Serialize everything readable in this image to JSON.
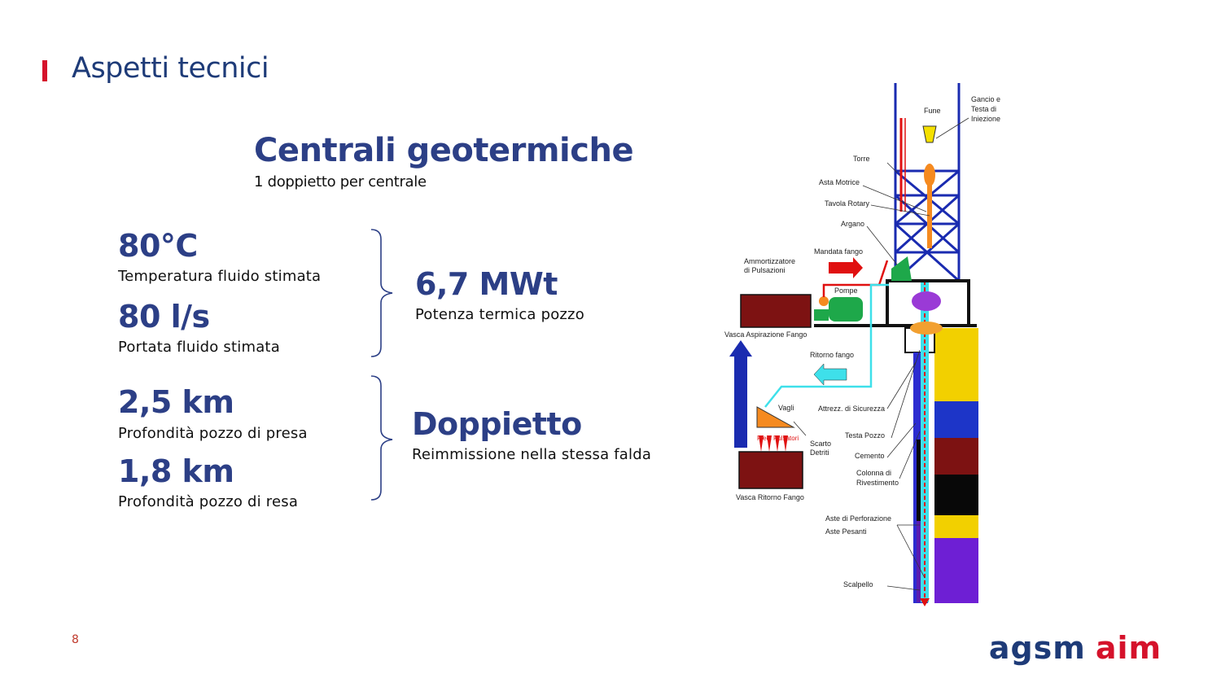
{
  "slide": {
    "title": "Aspetti tecnici",
    "page_number": "8"
  },
  "main": {
    "heading": "Centrali geotermiche",
    "subheading": "1 doppietto per centrale"
  },
  "stats": [
    {
      "value": "80°C",
      "label": "Temperatura fluido stimata"
    },
    {
      "value": "80 l/s",
      "label": "Portata fluido stimata"
    },
    {
      "value": "2,5 km",
      "label": "Profondità pozzo di presa"
    },
    {
      "value": "1,8 km",
      "label": "Profondità pozzo di resa"
    }
  ],
  "results": [
    {
      "value": "6,7 MWt",
      "label": "Potenza termica pozzo"
    },
    {
      "value": "Doppietto",
      "label": "Reimmissione nella stessa falda"
    }
  ],
  "diagram": {
    "labels": {
      "gancio": "Gancio e",
      "testa": "Testa di",
      "iniezione": "Iniezione",
      "fune": "Fune",
      "torre": "Torre",
      "asta_motrice": "Asta Motrice",
      "tavola_rotary": "Tavola Rotary",
      "argano": "Argano",
      "mandata_fango": "Mandata fango",
      "ammortizzatore": "Ammortizzatore",
      "di_pulsazioni": "di Pulsazioni",
      "pompe": "Pompe",
      "vasca_aspirazione": "Vasca Aspirazione Fango",
      "ritorno_fango": "Ritorno fango",
      "vagli": "Vagli",
      "attrezz": "Attrezz. di Sicurezza",
      "testa_pozzo": "Testa Pozzo",
      "scarto": "Scarto",
      "detriti": "Detriti",
      "pulsatori": "Piedi Pulsatori",
      "cemento": "Cemento",
      "colonna": "Colonna di",
      "rivestimento": "Rivestimento",
      "vasca_ritorno": "Vasca Ritorno Fango",
      "aste_perforazione": "Aste di Perforazione",
      "aste_pesanti": "Aste Pesanti",
      "scalpello": "Scalpello"
    }
  },
  "logo": {
    "part1": "agsm",
    "part2": "aim"
  },
  "colors": {
    "accent_red": "#d5122b",
    "navy": "#2c3f86",
    "title_blue": "#1e3b78"
  }
}
